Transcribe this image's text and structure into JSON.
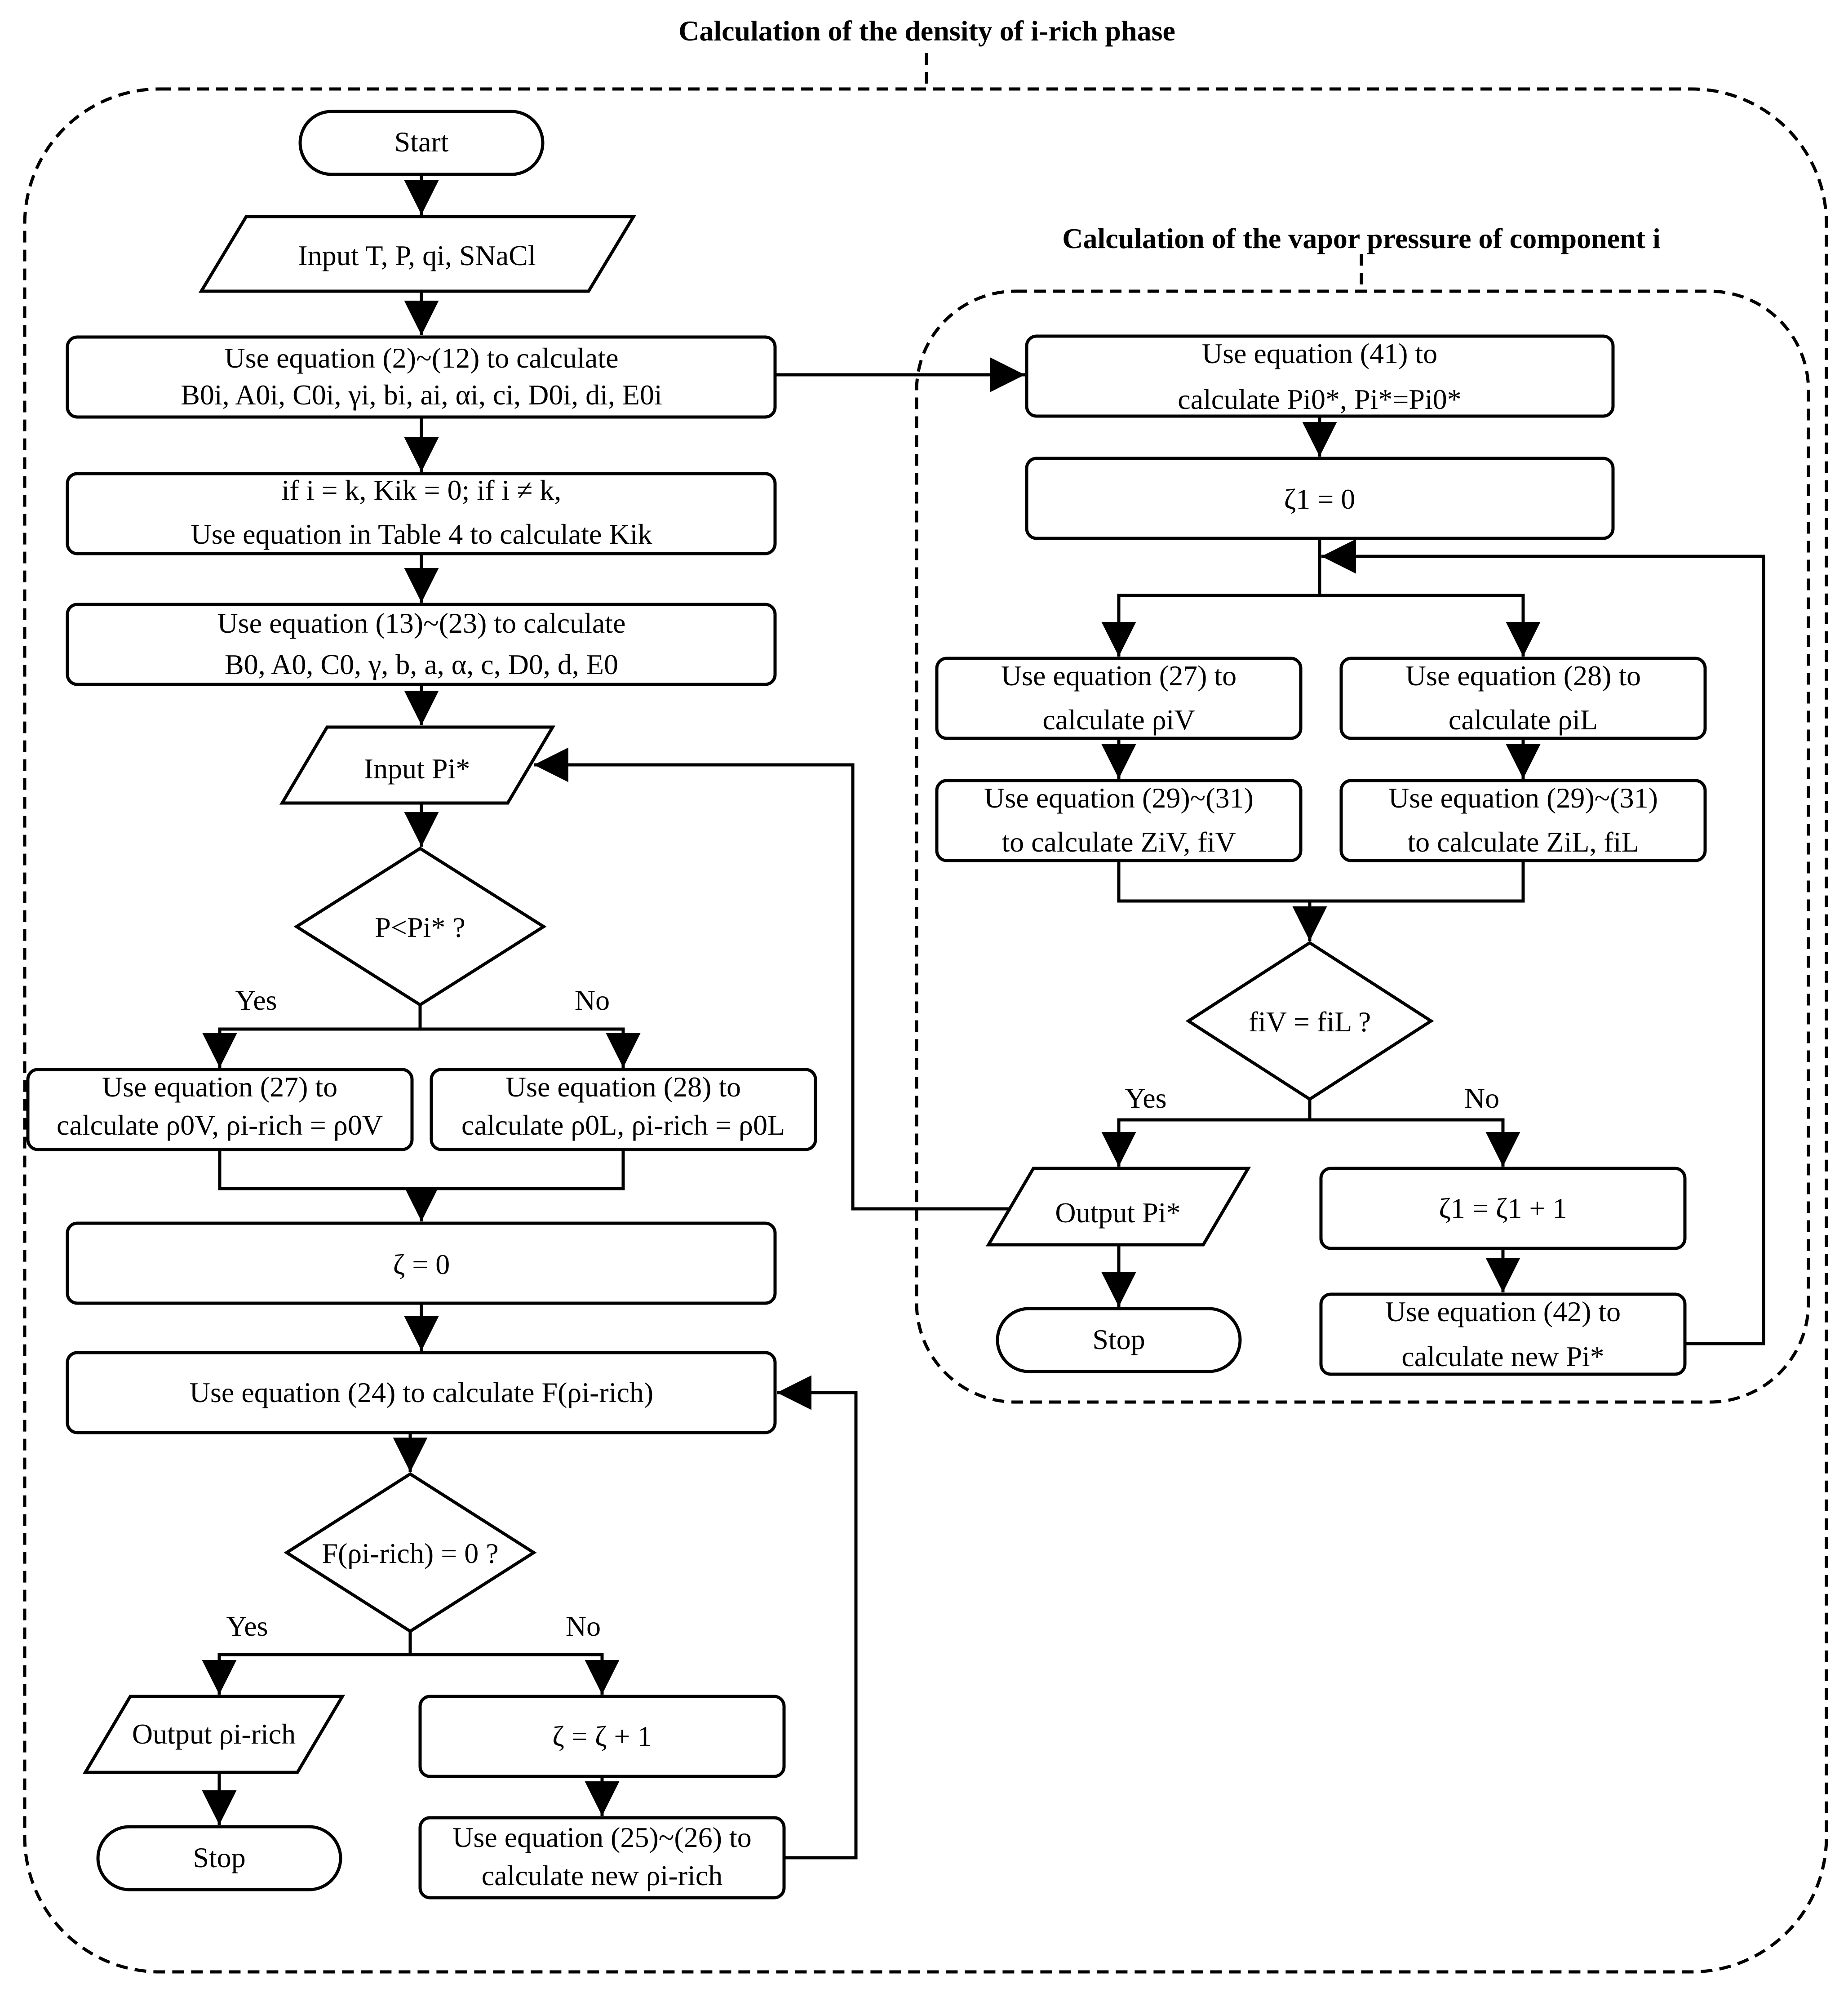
{
  "outer_title": "Calculation of the density of i-rich phase",
  "inner_title": "Calculation of the vapor pressure of component i",
  "left": {
    "start": "Start",
    "input_vars": "Input T, P, qi, SNaCl",
    "eq2_line1": "Use equation (2)~(12) to calculate",
    "eq2_line2": "B0i, A0i, C0i, γi, bi, ai, αi, ci, D0i, di, E0i",
    "kik_line1": "if i = k, Kik = 0; if i ≠ k,",
    "kik_line2": "Use equation in Table 4 to calculate Kik",
    "eq13_line1": "Use equation (13)~(23) to calculate",
    "eq13_line2": "B0, A0, C0, γ, b, a, α, c, D0, d, E0",
    "input_p": "Input Pi*",
    "decision_p": "P<Pi* ?",
    "yes1": "Yes",
    "no1": "No",
    "eq27_line1": "Use equation (27) to",
    "eq27_line2": "calculate ρ0V, ρi-rich = ρ0V",
    "eq28_line1": "Use equation (28) to",
    "eq28_line2": "calculate ρ0L, ρi-rich = ρ0L",
    "zeta0": "ζ = 0",
    "eq24": "Use equation (24) to calculate F(ρi-rich)",
    "decision_f": "F(ρi-rich) = 0 ?",
    "yes2": "Yes",
    "no2": "No",
    "output_rho": "Output ρi-rich",
    "zeta_inc": "ζ = ζ + 1",
    "eq25_line1": "Use equation (25)~(26) to",
    "eq25_line2": "calculate new ρi-rich",
    "stop": "Stop"
  },
  "right": {
    "eq41_line1": "Use equation (41) to",
    "eq41_line2": "calculate Pi0*, Pi*=Pi0*",
    "zeta1_0": "ζ1 = 0",
    "eq27_line1": "Use equation (27) to",
    "eq27_line2": "calculate ρiV",
    "eq28_line1": "Use equation (28) to",
    "eq28_line2": "calculate ρiL",
    "eq29v_line1": "Use equation (29)~(31)",
    "eq29v_line2": "to calculate ZiV, fiV",
    "eq29l_line1": "Use equation (29)~(31)",
    "eq29l_line2": "to calculate ZiL, fiL",
    "decision_f": "fiV = fiL ?",
    "yes": "Yes",
    "no": "No",
    "output_p": "Output Pi*",
    "zeta1_inc": "ζ1 = ζ1 + 1",
    "eq42_line1": "Use equation (42) to",
    "eq42_line2": "calculate new Pi*",
    "stop": "Stop"
  }
}
